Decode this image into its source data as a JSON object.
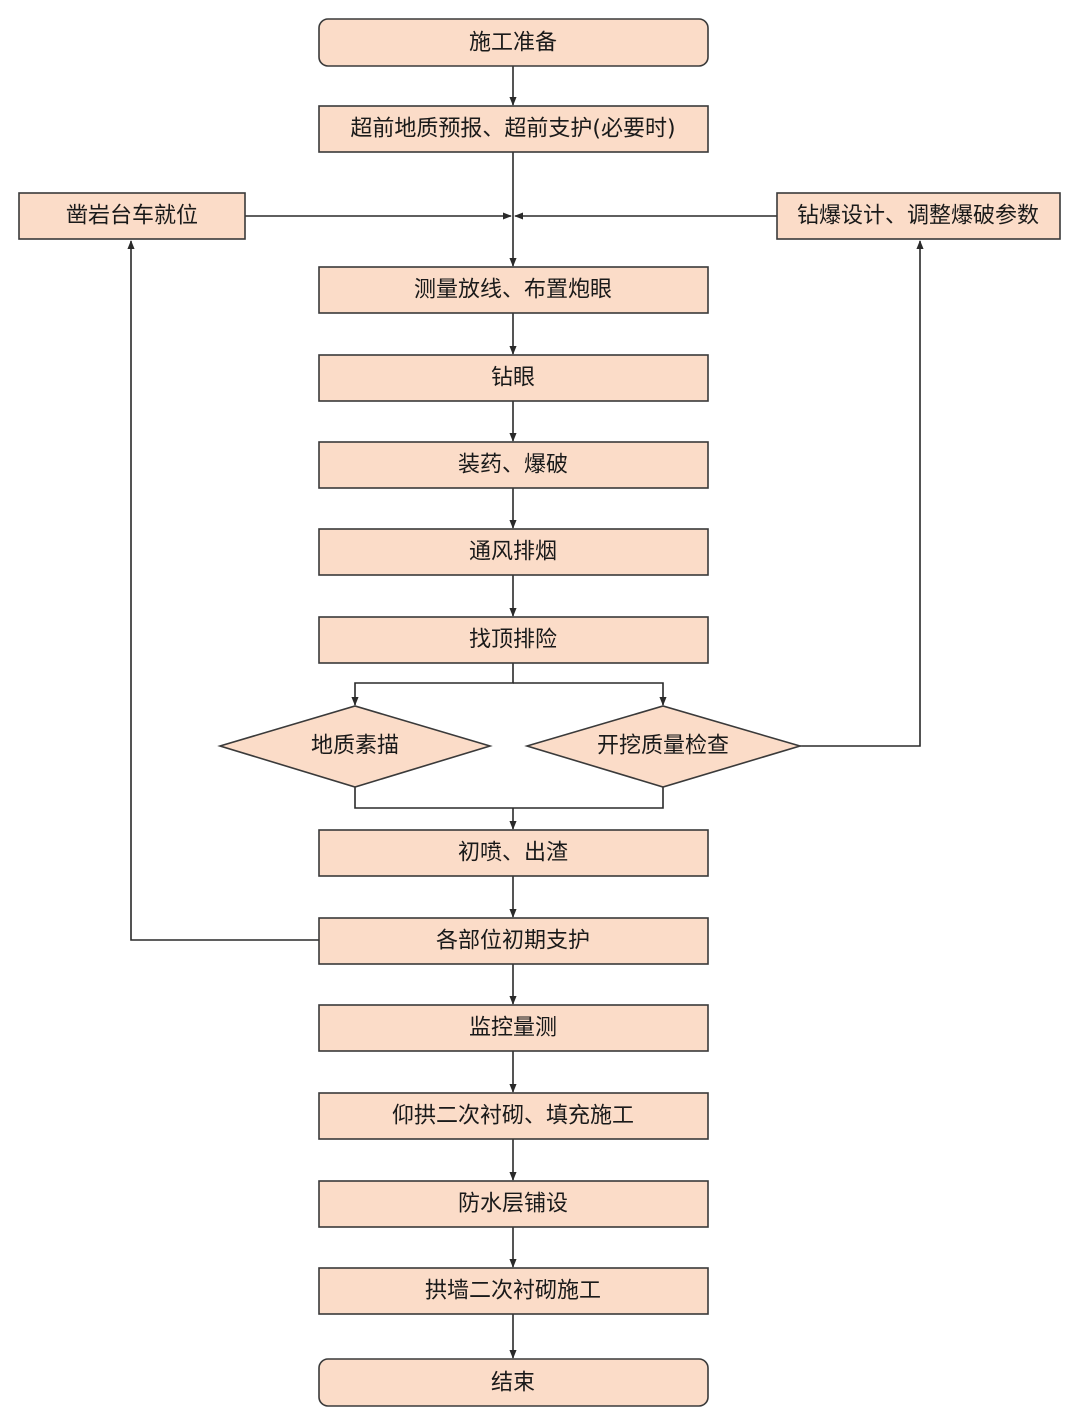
{
  "nodes": {
    "start": "施工准备",
    "forecast": "超前地质预报、超前支护(必要时)",
    "jumbo": "凿岩台车就位",
    "blast_design": "钻爆设计、调整爆破参数",
    "survey": "测量放线、布置炮眼",
    "drill": "钻眼",
    "charge": "装药、爆破",
    "ventilate": "通风排烟",
    "scaling": "找顶排险",
    "geo_sketch": "地质素描",
    "excavation_check": "开挖质量检查",
    "shotcrete": "初喷、出渣",
    "initial_support": "各部位初期支护",
    "monitoring": "监控量测",
    "invert_lining": "仰拱二次衬砌、填充施工",
    "waterproof": "防水层铺设",
    "arch_lining": "拱墙二次衬砌施工",
    "end": "结束"
  }
}
